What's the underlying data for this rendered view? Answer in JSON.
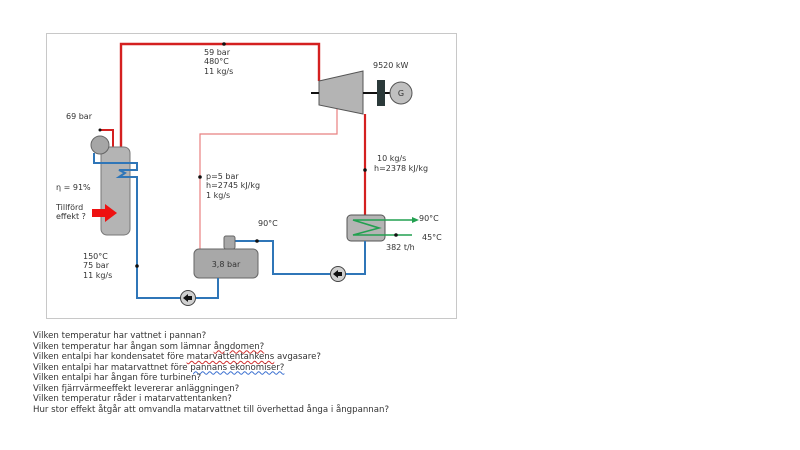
{
  "diagram": {
    "boiler": {
      "drum_pressure": "69 bar",
      "efficiency": "η = 91%",
      "heat_input_label_line1": "Tillförd",
      "heat_input_label_line2": "effekt ?"
    },
    "live_steam": {
      "line1": "59 bar",
      "line2": "480°C",
      "line3": "11 kg/s"
    },
    "generator": {
      "power": "9520 kW",
      "symbol": "G"
    },
    "bleed_steam": {
      "line1": "p=5 bar",
      "line2": "h=2745 kJ/kg",
      "line3": "1 kg/s"
    },
    "condenser_inlet": {
      "line1": "10 kg/s",
      "line2": "h=2378 kJ/kg"
    },
    "district_heating": {
      "supply_temp": "90°C",
      "return_temp": "45°C",
      "flow": "382 t/h"
    },
    "feedwater_tank": {
      "pressure": "3,8 bar",
      "condensate_temp": "90°C"
    },
    "feedwater": {
      "line1": "150°C",
      "line2": "75 bar",
      "line3": "11 kg/s"
    },
    "colors": {
      "steam": "#d42020",
      "bleed": "#e88080",
      "water": "#2f76b8",
      "district": "#22a050",
      "equipment": "#b4b4b4"
    }
  },
  "questions": [
    {
      "pre": "Vilken temperatur har vattnet i pannan?",
      "sq": "",
      "sqtype": "",
      "post": ""
    },
    {
      "pre": "Vilken temperatur har ångan som lämnar ",
      "sq": "ångdomen?",
      "sqtype": "red",
      "post": ""
    },
    {
      "pre": "Vilken entalpi har kondensatet före ",
      "sq": "matarvattentankens",
      "sqtype": "red",
      "post": " avgasare?"
    },
    {
      "pre": "Vilken entalpi har matarvattnet före ",
      "sq": "pannans ekonomiser?",
      "sqtype": "blue",
      "post": ""
    },
    {
      "pre": "Vilken entalpi har ångan före turbinen?",
      "sq": "",
      "sqtype": "",
      "post": ""
    },
    {
      "pre": "Vilken fjärrvärmeeffekt levererar anläggningen?",
      "sq": "",
      "sqtype": "",
      "post": ""
    },
    {
      "pre": "Vilken temperatur råder i matarvattentanken?",
      "sq": "",
      "sqtype": "",
      "post": ""
    },
    {
      "pre": "Hur stor effekt åtgår att omvandla matarvattnet till överhettad ånga i ångpannan?",
      "sq": "",
      "sqtype": "",
      "post": ""
    }
  ]
}
